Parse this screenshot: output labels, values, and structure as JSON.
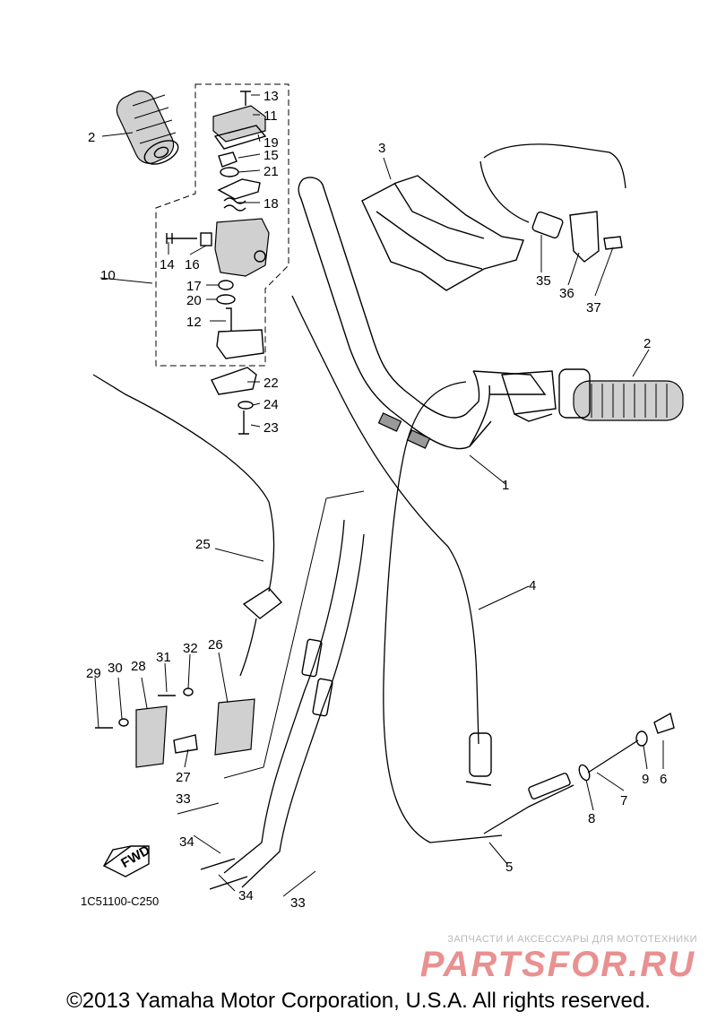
{
  "diagram": {
    "callouts": [
      "1",
      "2",
      "2",
      "3",
      "4",
      "5",
      "6",
      "7",
      "8",
      "9",
      "10",
      "11",
      "12",
      "13",
      "14",
      "15",
      "16",
      "17",
      "18",
      "19",
      "20",
      "21",
      "22",
      "23",
      "24",
      "25",
      "26",
      "27",
      "28",
      "29",
      "30",
      "31",
      "32",
      "33",
      "33",
      "34",
      "34",
      "35",
      "36",
      "37"
    ],
    "fwd_label": "FWD",
    "ref_code": "1C51100-C250"
  },
  "watermark": {
    "tagline": "ЗАПЧАСТИ И АКСЕССУАРЫ ДЛЯ МОТОТЕХНИКИ",
    "logo": "PARTSFOR.RU"
  },
  "footer": {
    "copyright": "©2013 Yamaha Motor Corporation, U.S.A. All rights reserved."
  }
}
